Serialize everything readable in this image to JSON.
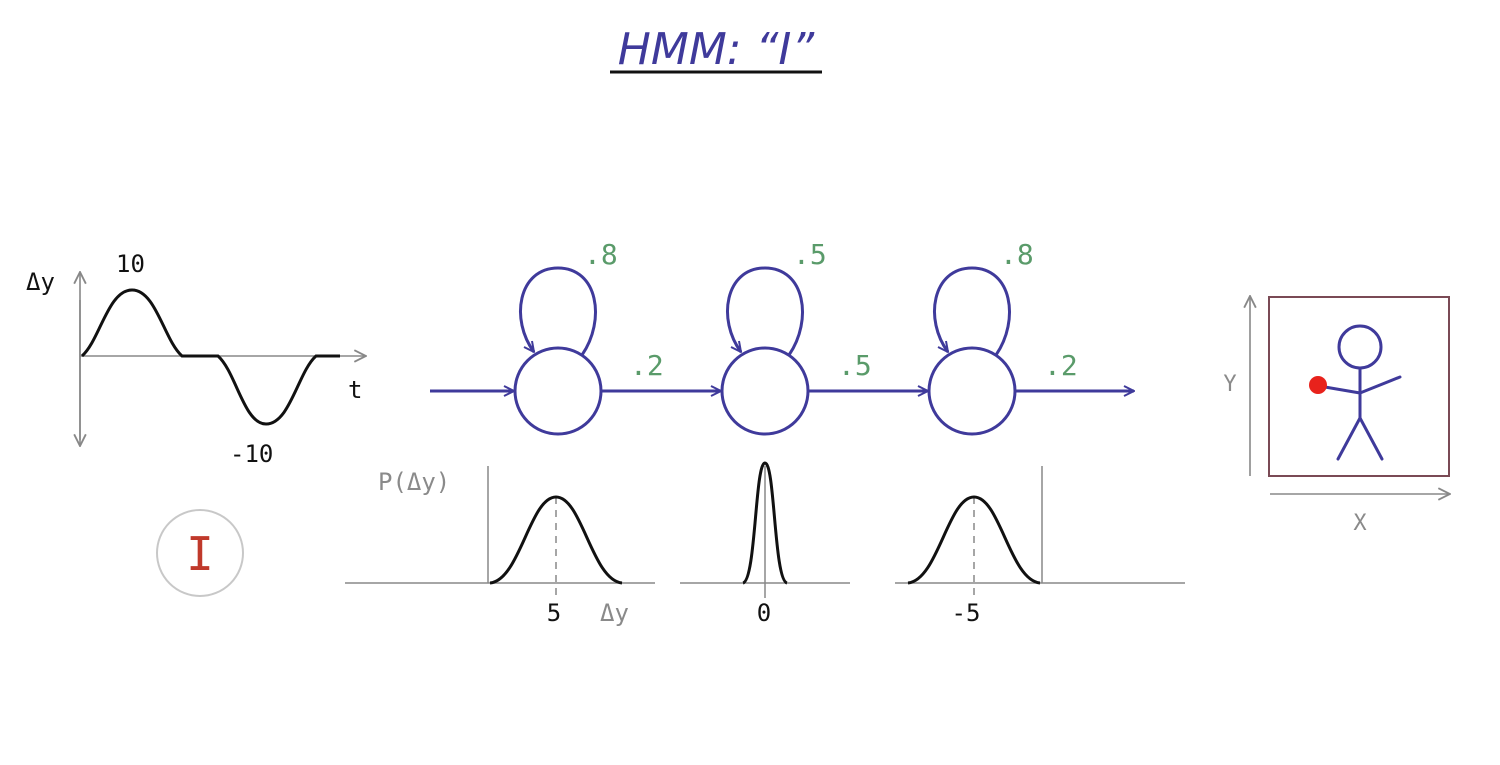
{
  "title": "HMM: “I”",
  "colors": {
    "ink": "#3f3a9b",
    "curve": "#111111",
    "axis": "#888888",
    "prob": "#5a9b6a",
    "letter": "#c0392b",
    "dot": "#e8221c",
    "box": "#7a4a55",
    "gray_text": "#8a8a8a"
  },
  "waveform": {
    "y_label": "Δy",
    "x_label": "t",
    "peak_label": "10",
    "trough_label": "-10"
  },
  "letter_badge": {
    "letter": "I"
  },
  "hmm": {
    "states": [
      {
        "self_prob": ".8",
        "next_prob": ".2"
      },
      {
        "self_prob": ".5",
        "next_prob": ".5"
      },
      {
        "self_prob": ".8",
        "next_prob": ".2"
      }
    ]
  },
  "emissions": {
    "y_label": "P(Δy)",
    "x_label": "Δy",
    "distributions": [
      {
        "mean_label": "5",
        "mean": 5,
        "spread": "wide"
      },
      {
        "mean_label": "0",
        "mean": 0,
        "spread": "narrow"
      },
      {
        "mean_label": "-5",
        "mean": -5,
        "spread": "wide"
      }
    ]
  },
  "figure_frame": {
    "y_label": "Y",
    "x_label": "X",
    "icon": "stick-figure-icon",
    "marker": "red-dot-icon"
  }
}
